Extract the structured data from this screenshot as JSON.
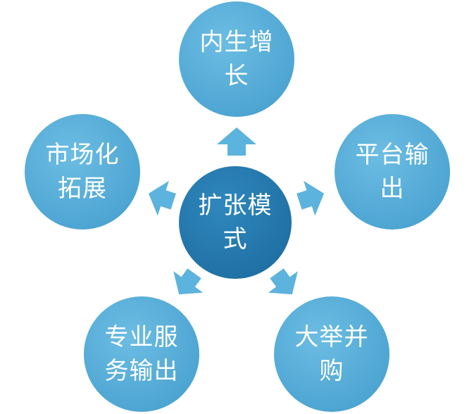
{
  "colors": {
    "outer_circle": "#4ba3d1",
    "outer_highlight": "#6cbde3",
    "center_circle": "#1f6fa3",
    "center_highlight": "#2f88bd",
    "arrow": "#5cb3dd"
  },
  "center": {
    "line1": "扩张模",
    "line2": "式"
  },
  "nodes": {
    "top": {
      "line1": "内生增",
      "line2": "长"
    },
    "right": {
      "line1": "平台输",
      "line2": "出"
    },
    "bottom_right": {
      "line1": "大举并",
      "line2": "购"
    },
    "bottom_left": {
      "line1": "专业服",
      "line2": "务输出"
    },
    "left": {
      "line1": "市场化",
      "line2": "拓展"
    }
  }
}
